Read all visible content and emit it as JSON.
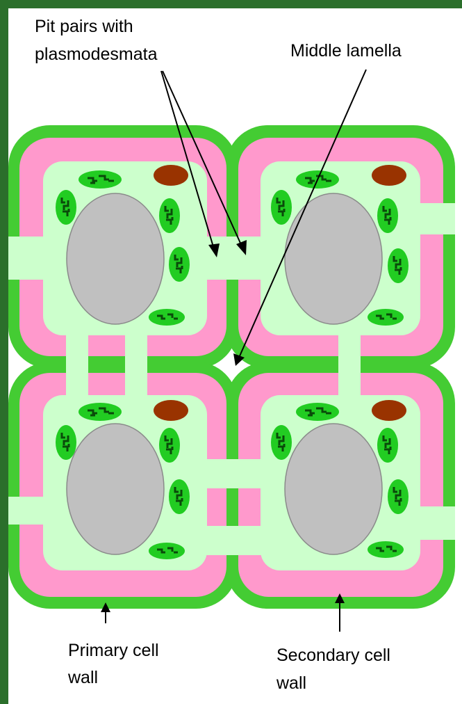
{
  "labels": {
    "pit_pairs_line1": "Pit pairs with",
    "pit_pairs_line2": "plasmodesmata",
    "middle_lamella": "Middle lamella",
    "primary_line1": "Primary cell",
    "primary_line2": "wall",
    "secondary_line1": "Secondary cell",
    "secondary_line2": "wall"
  },
  "colors": {
    "frame": "#2b6f2b",
    "primary_wall": "#44cc33",
    "secondary_wall": "#ff99cc",
    "cytoplasm": "#ccffcc",
    "nucleus": "#c0c0c0",
    "nucleus_edge": "#8a8a8a",
    "chloroplast": "#22cc22",
    "chloroplast_dark": "#0a4a0a",
    "vacuole_brown": "#993300",
    "arrow": "#000000"
  }
}
